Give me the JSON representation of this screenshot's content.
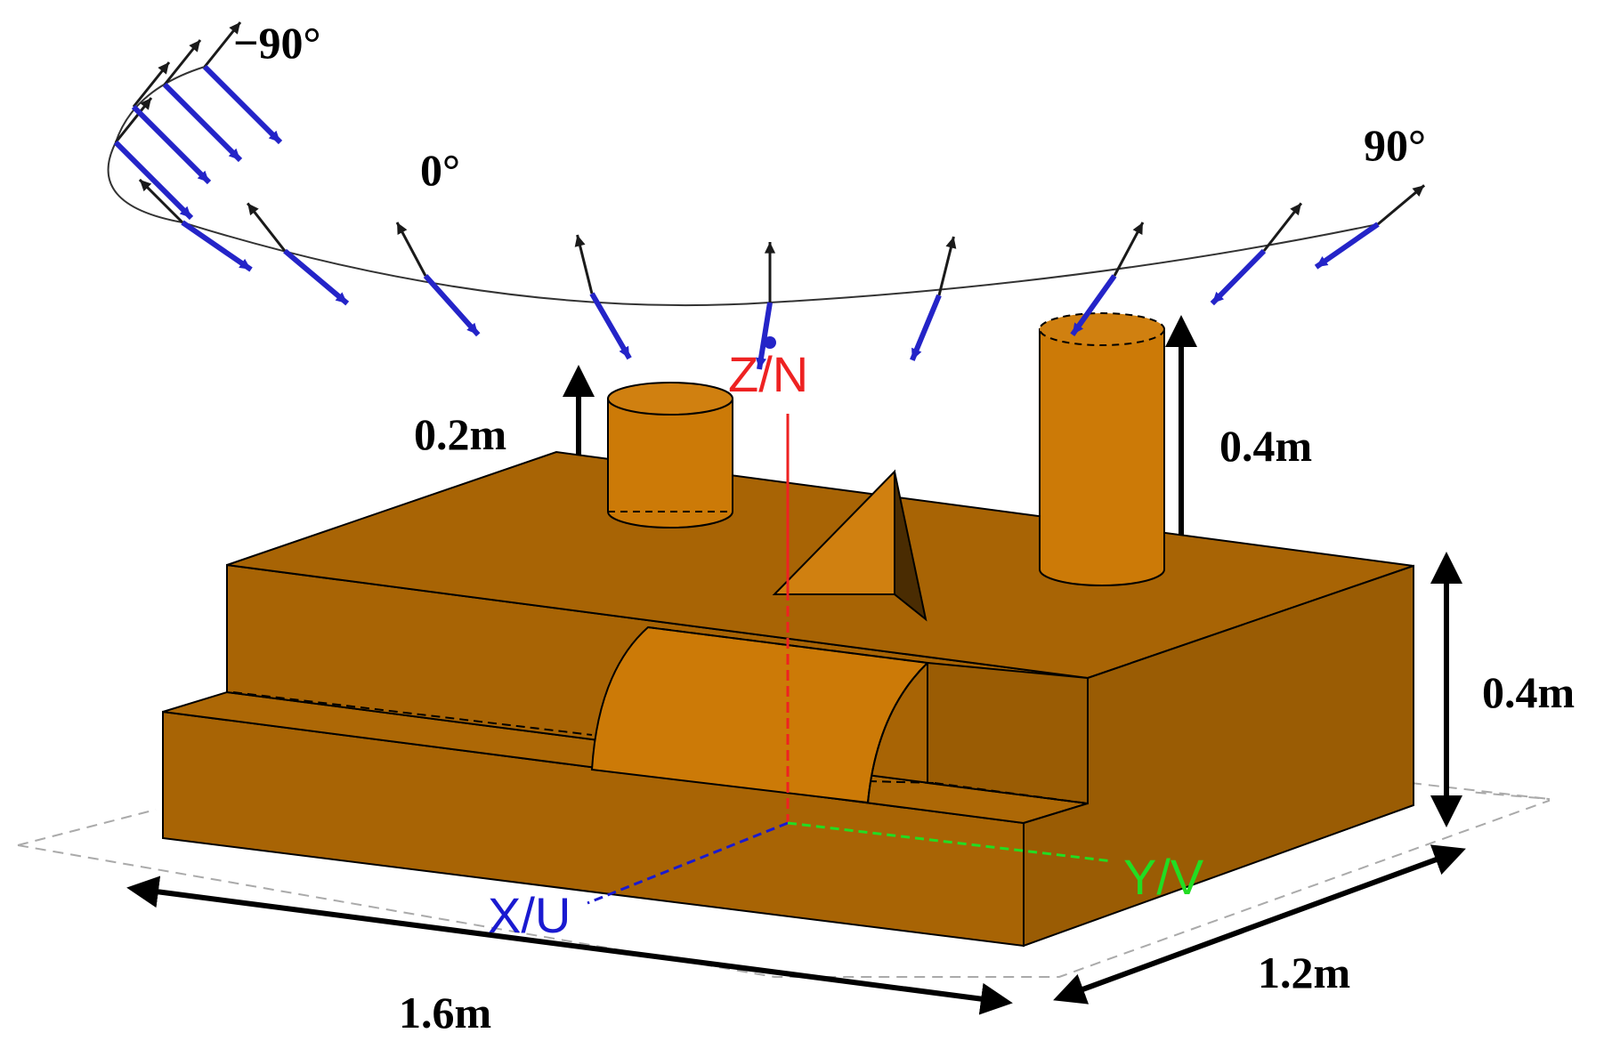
{
  "colors": {
    "box_top": "#a86405",
    "box_front": "#a86405",
    "box_side": "#9a5c04",
    "cylinder": "#cc7a07",
    "accent_x": "#1a1ad0",
    "accent_y": "#22dd22",
    "accent_z": "#ee2222",
    "vector_blue": "#2424c8",
    "vector_black": "#1a1a1a"
  },
  "angle_labels": {
    "minus90": "−90°",
    "zero": "0°",
    "plus90": "90°"
  },
  "axes": {
    "z": "Z/N",
    "x": "X/U",
    "y": "Y/V"
  },
  "dimensions": {
    "small_cylinder_height": "0.2m",
    "large_cylinder_height": "0.4m",
    "box_height": "0.4m",
    "length": "1.6m",
    "width": "1.2m"
  }
}
